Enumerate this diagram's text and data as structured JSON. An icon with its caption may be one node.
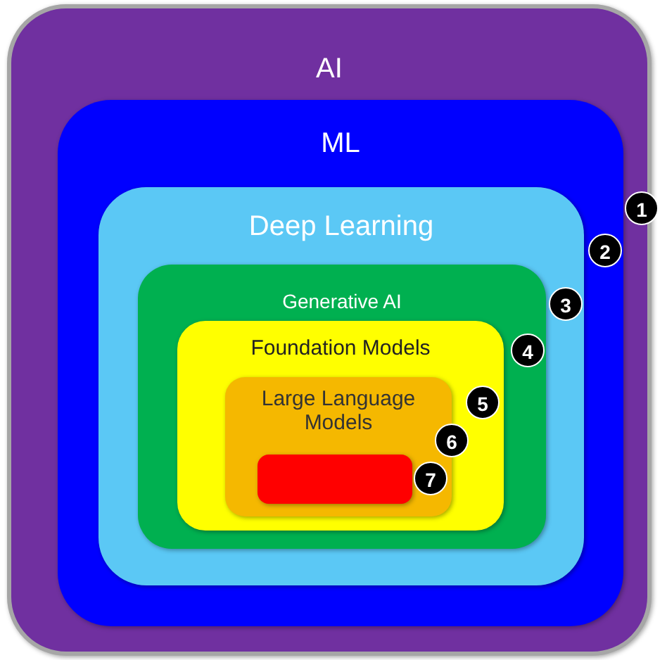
{
  "diagram": {
    "nodes": [
      {
        "text": [
          "AI"
        ],
        "beside": [
          "1"
        ]
      },
      {
        "text": [
          "ML"
        ],
        "in": 0,
        "beside": [
          "2"
        ]
      },
      {
        "text": [
          "Deep Learning"
        ],
        "in": 1,
        "beside": [
          "3"
        ]
      },
      {
        "text": [
          "Generative AI"
        ],
        "in": 2,
        "beside": [
          "4"
        ]
      },
      {
        "text": [
          "Foundation Models"
        ],
        "in": 3,
        "beside": [
          "5"
        ]
      },
      {
        "text": [
          "Large Language Models"
        ],
        "in": 4,
        "beside": [
          "6"
        ]
      },
      {
        "text": [],
        "shape": "box",
        "in": 5,
        "beside": [
          "7"
        ]
      }
    ]
  }
}
